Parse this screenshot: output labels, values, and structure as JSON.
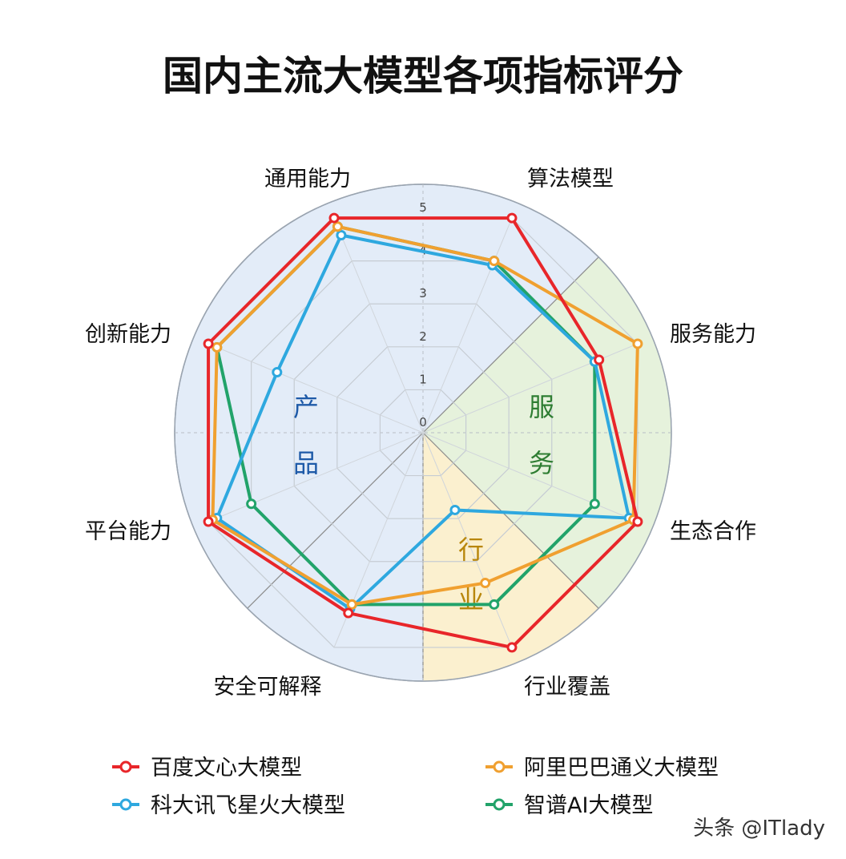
{
  "chart_data": {
    "type": "radar",
    "title": "国内主流大模型各项指标评分",
    "axes": [
      {
        "label": "通用能力",
        "color": "#111111"
      },
      {
        "label": "算法模型",
        "color": "#e02020"
      },
      {
        "label": "服务能力",
        "color": "#111111"
      },
      {
        "label": "生态合作",
        "color": "#111111"
      },
      {
        "label": "行业覆盖",
        "color": "#e02020"
      },
      {
        "label": "安全可解释",
        "color": "#111111"
      },
      {
        "label": "平台能力",
        "color": "#111111"
      },
      {
        "label": "创新能力",
        "color": "#111111"
      }
    ],
    "ticks": [
      "0",
      "1",
      "2",
      "3",
      "4",
      "5"
    ],
    "range": [
      0,
      5
    ],
    "regions": [
      {
        "chars": [
          "产",
          "品"
        ],
        "color": "#1e5aa8"
      },
      {
        "chars": [
          "服",
          "务"
        ],
        "color": "#2e7d32"
      },
      {
        "chars": [
          "行",
          "业"
        ],
        "color": "#b8860b"
      }
    ],
    "series": [
      {
        "name": "百度文心大模型",
        "color": "#e8262a",
        "values": [
          5.0,
          5.0,
          4.1,
          5.0,
          5.0,
          4.2,
          5.0,
          5.0
        ]
      },
      {
        "name": "阿里巴巴通义大模型",
        "color": "#f0a030",
        "values": [
          4.8,
          4.0,
          5.0,
          4.9,
          3.5,
          4.0,
          4.9,
          4.8
        ]
      },
      {
        "name": "科大讯飞星火大模型",
        "color": "#2ea8df",
        "values": [
          4.6,
          3.9,
          4.0,
          4.8,
          1.8,
          4.1,
          4.8,
          3.4
        ]
      },
      {
        "name": "智谱AI大模型",
        "color": "#22a36a",
        "values": [
          4.8,
          4.0,
          4.0,
          4.0,
          4.0,
          4.0,
          4.0,
          4.8
        ]
      }
    ]
  },
  "watermark": "头条 @ITlady"
}
